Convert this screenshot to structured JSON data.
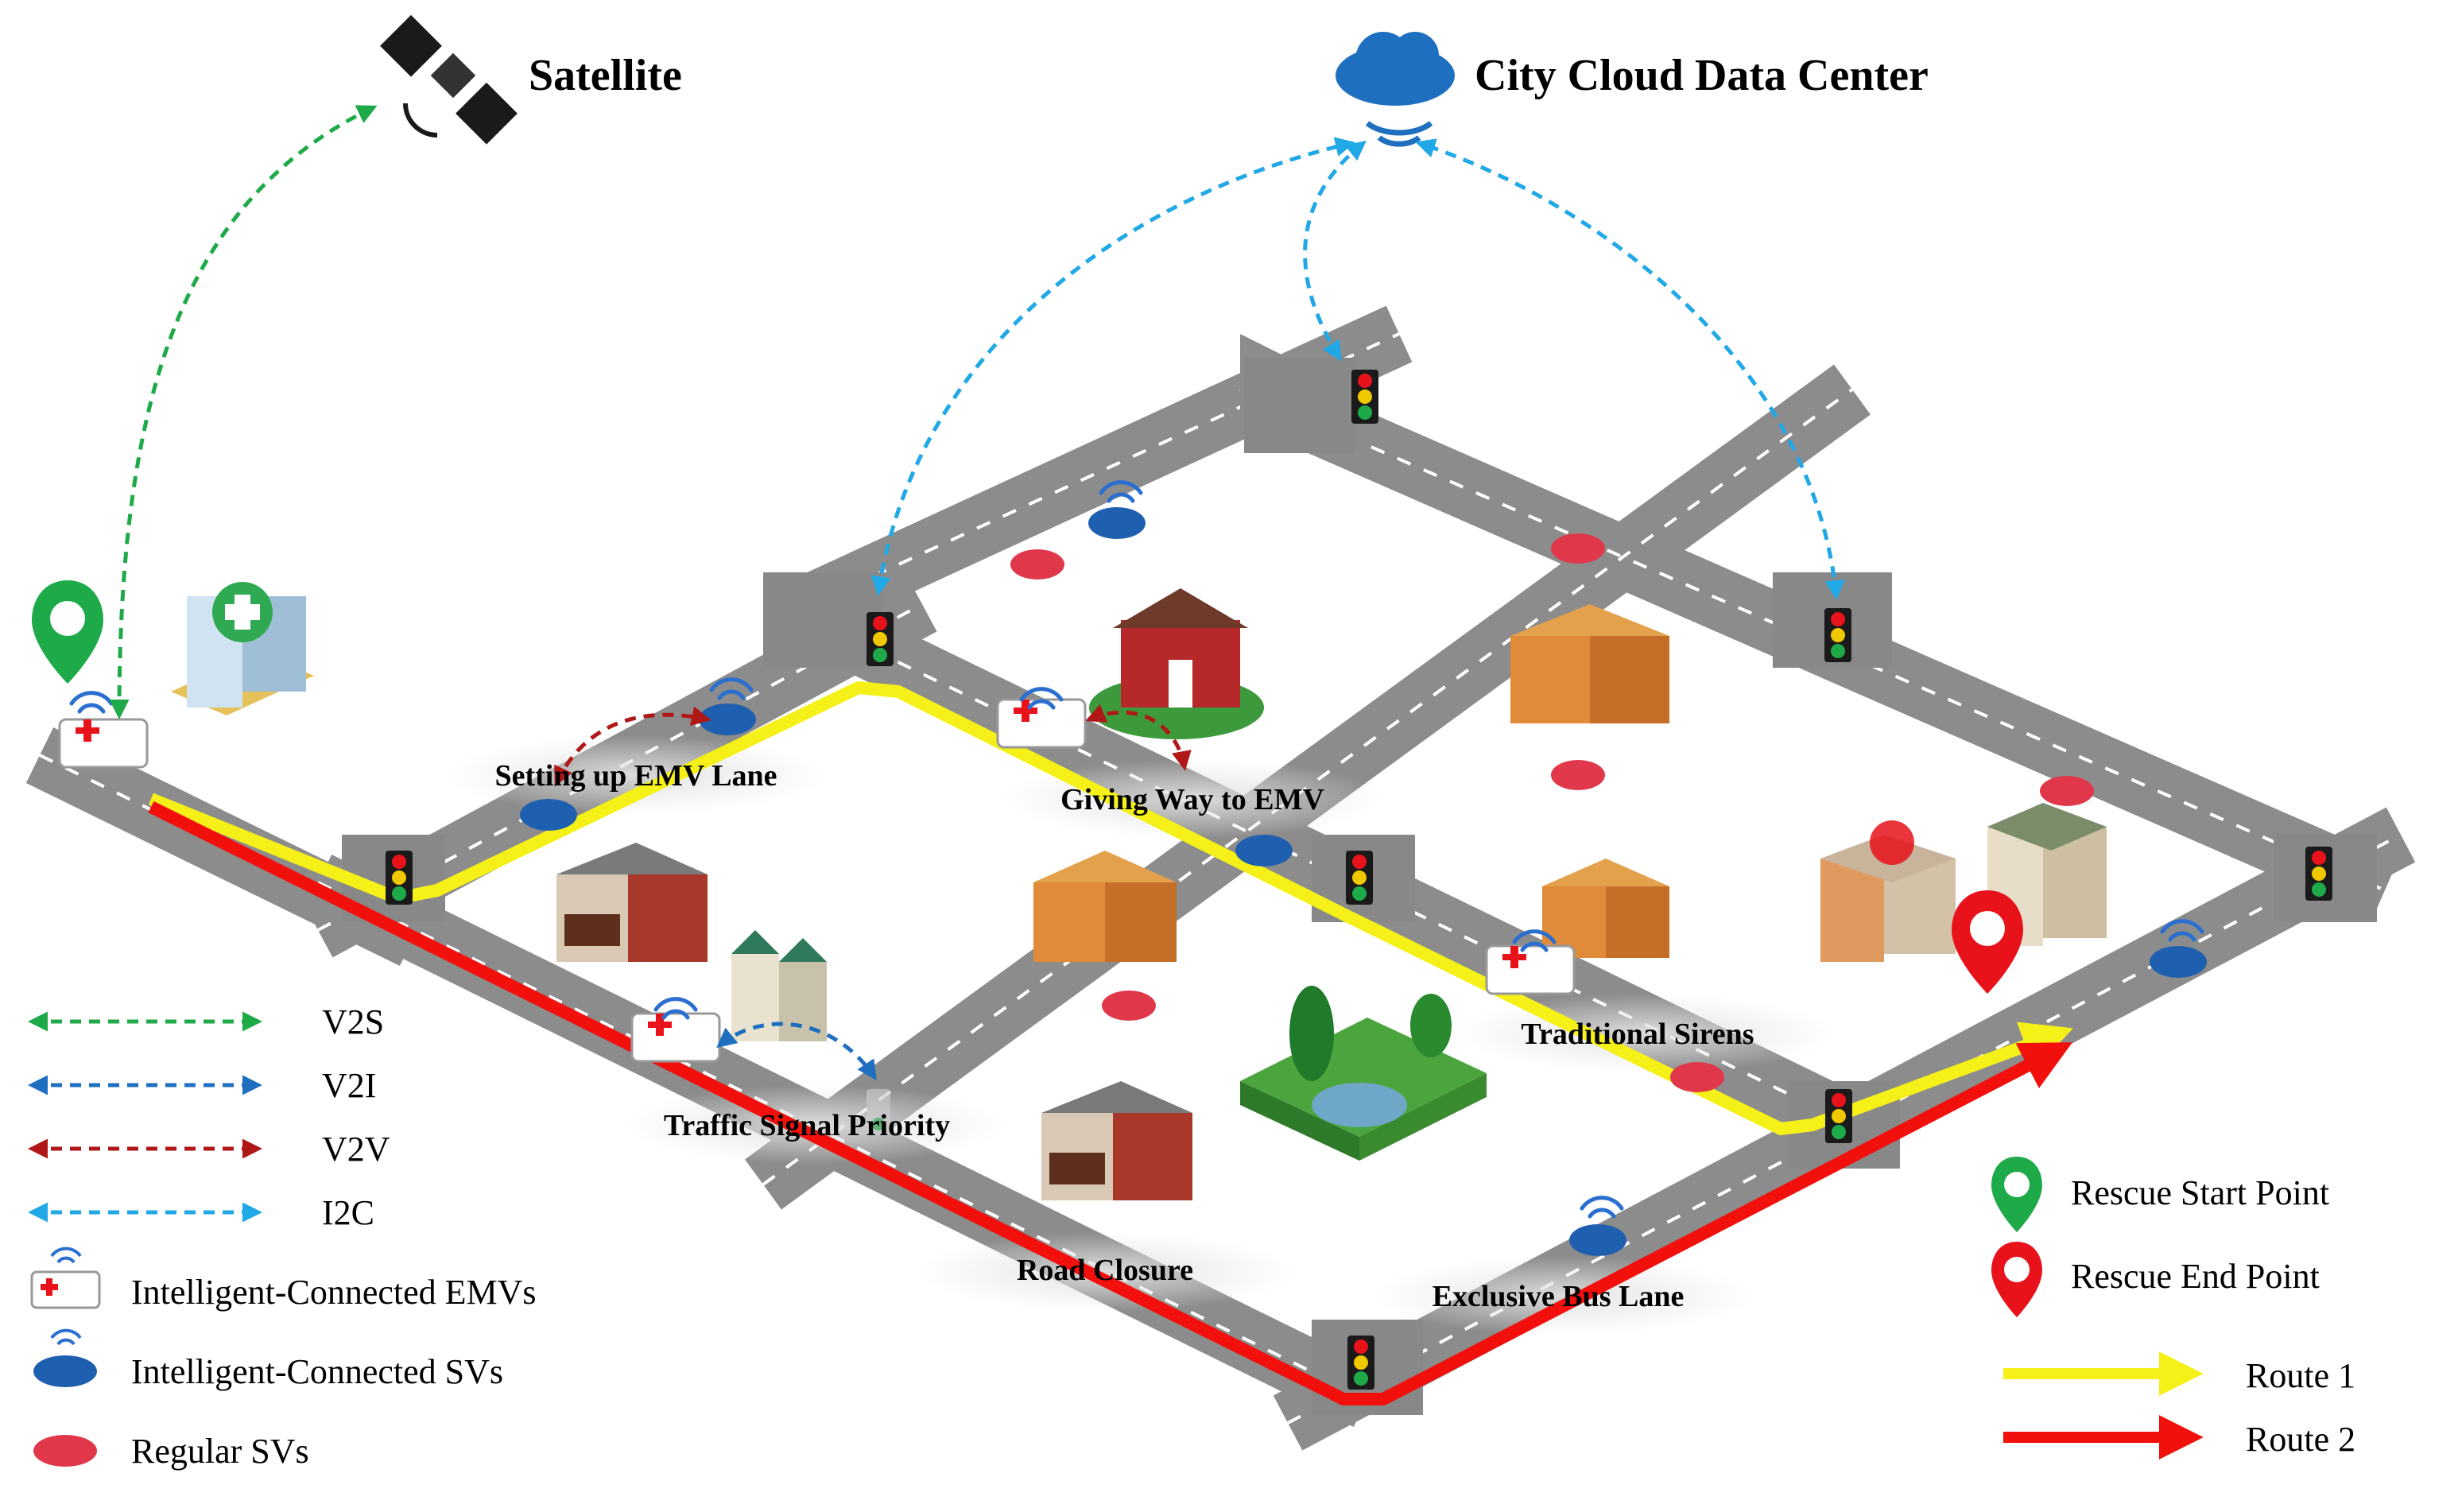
{
  "title_labels": {
    "satellite": "Satellite",
    "cloud": "City Cloud Data Center"
  },
  "annotations": {
    "emv_lane": "Setting up EMV Lane",
    "giving_way": "Giving Way to EMV",
    "sirens": "Traditional Sirens",
    "signal_priority": "Traffic Signal Priority",
    "road_closure": "Road Closure",
    "bus_lane": "Exclusive Bus Lane"
  },
  "legend_left": [
    {
      "label": "V2S",
      "icon": "green-dashed-double-arrow",
      "color": "#1faa4a"
    },
    {
      "label": "V2I",
      "icon": "blue-dashed-double-arrow",
      "color": "#1f6fc0"
    },
    {
      "label": "V2V",
      "icon": "red-dashed-double-arrow",
      "color": "#b01818"
    },
    {
      "label": "I2C",
      "icon": "lightblue-dashed-double-arrow",
      "color": "#21a8e6"
    },
    {
      "label": "Intelligent-Connected EMVs",
      "icon": "ambulance-wifi-icon"
    },
    {
      "label": "Intelligent-Connected SVs",
      "icon": "blue-car-wifi-icon"
    },
    {
      "label": "Regular SVs",
      "icon": "red-car-icon"
    }
  ],
  "legend_right": [
    {
      "label": "Rescue Start Point",
      "icon": "green-pin-icon",
      "color": "#1faa4a"
    },
    {
      "label": "Rescue End Point",
      "icon": "red-pin-icon",
      "color": "#e8121b"
    },
    {
      "label": "Route 1",
      "icon": "yellow-arrow",
      "color": "#f5f018"
    },
    {
      "label": "Route 2",
      "icon": "red-arrow",
      "color": "#f2100c"
    }
  ],
  "colors": {
    "road": "#8c8c8c",
    "road_edge": "#6f6f6f",
    "v2s": "#1faa4a",
    "v2i": "#1f6fc0",
    "v2v": "#b01818",
    "i2c": "#21a8e6",
    "route1": "#f5f018",
    "route2": "#f2100c"
  }
}
